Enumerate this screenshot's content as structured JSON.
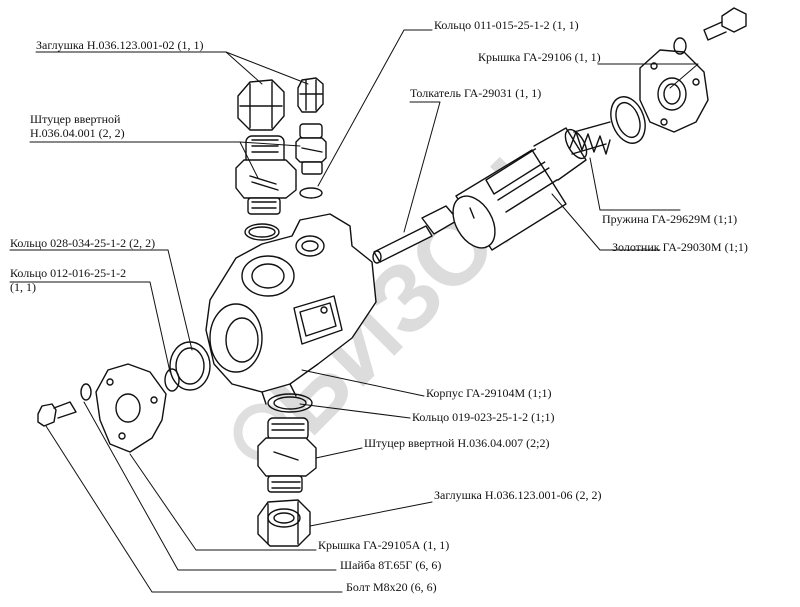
{
  "watermark": {
    "text": "БИЗОН",
    "color": "#d9d9d9"
  },
  "colors": {
    "ink": "#111111",
    "paper": "#ffffff"
  },
  "labels": [
    {
      "id": "zaglushka-top",
      "text": "Заглушка Н.036.123.001-02 (1, 1)"
    },
    {
      "id": "koltso-011",
      "text": "Кольцо 011-015-25-1-2 (1, 1)"
    },
    {
      "id": "kryshka-29106",
      "text": "Крышка ГА-29106 (1, 1)"
    },
    {
      "id": "shtutser-top",
      "text": "Штуцер ввертной\nН.036.04.001 (2, 2)"
    },
    {
      "id": "tolkatel",
      "text": "Толкатель ГА-29031 (1, 1)"
    },
    {
      "id": "koltso-028",
      "text": "Кольцо 028-034-25-1-2 (2, 2)"
    },
    {
      "id": "koltso-012",
      "text": "Кольцо 012-016-25-1-2\n(1, 1)"
    },
    {
      "id": "pruzhina",
      "text": "Пружина ГА-29629М (1;1)"
    },
    {
      "id": "zolotnik",
      "text": "Золотник ГА-29030М (1;1)"
    },
    {
      "id": "korpus",
      "text": "Корпус ГА-29104М (1;1)"
    },
    {
      "id": "koltso-019",
      "text": "Кольцо 019-023-25-1-2 (1;1)"
    },
    {
      "id": "shtutser-bottom",
      "text": "Штуцер ввертной Н.036.04.007 (2;2)"
    },
    {
      "id": "zaglushka-bottom",
      "text": "Заглушка Н.036.123.001-06 (2, 2)"
    },
    {
      "id": "kryshka-29105",
      "text": "Крышка ГА-29105А (1, 1)"
    },
    {
      "id": "shaiba",
      "text": "Шайба 8Т.65Г (6, 6)"
    },
    {
      "id": "bolt",
      "text": "Болт М8х20 (6, 6)"
    }
  ]
}
